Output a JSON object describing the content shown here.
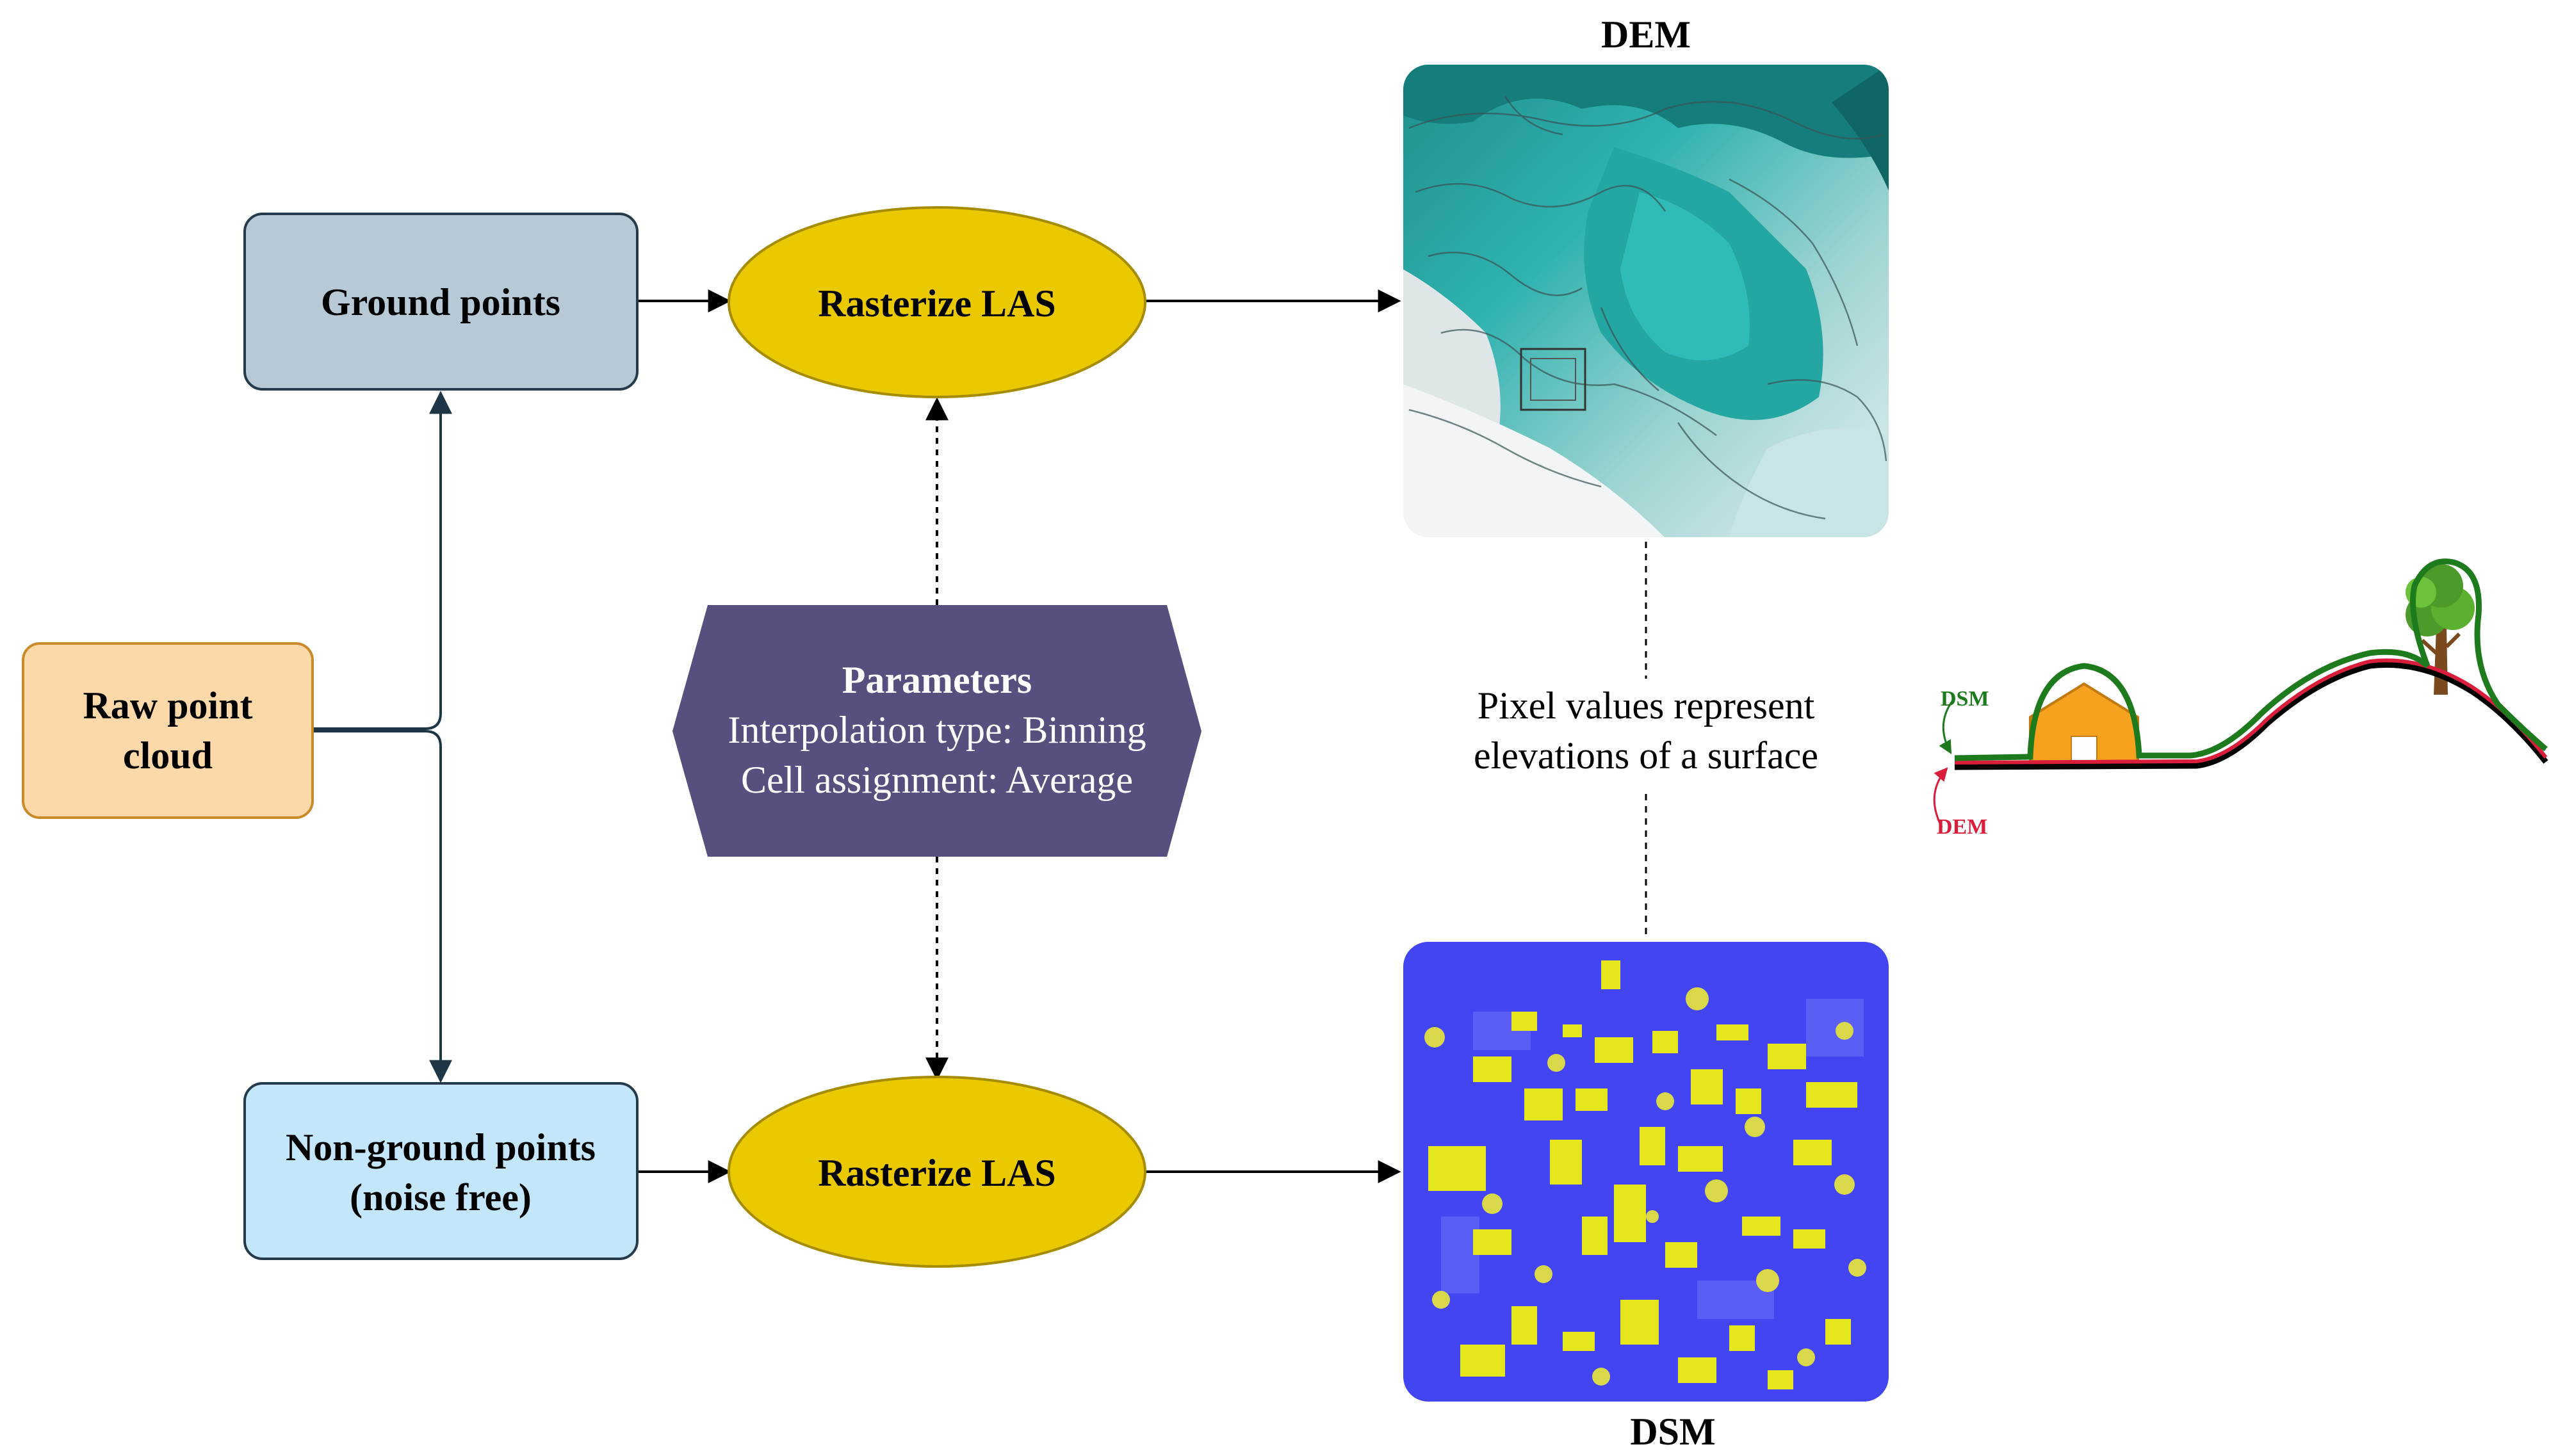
{
  "nodes": {
    "raw_point_cloud": [
      "Raw point",
      "cloud"
    ],
    "ground_points": "Ground points",
    "non_ground_points": [
      "Non-ground points",
      "(noise free)"
    ],
    "rasterize_top": "Rasterize LAS",
    "rasterize_bottom": "Rasterize LAS",
    "parameters": {
      "title": "Parameters",
      "line1": "Interpolation type: Binning",
      "line2": "Cell assignment: Average"
    }
  },
  "outputs": {
    "dem_title": "DEM",
    "dsm_title": "DSM"
  },
  "annotation": [
    "Pixel values represent",
    "elevations of a surface"
  ],
  "profile": {
    "dsm_label": "DSM",
    "dem_label": "DEM"
  },
  "colors": {
    "ground_fill": "#b8c9d6",
    "ground_stroke": "#253a4a",
    "nonground_fill": "#c4e6fa",
    "raw_fill": "#fdd8a8",
    "raw_stroke": "#c98a2a",
    "ellipse_fill": "#ebc900",
    "ellipse_stroke": "#a58c00",
    "parameters_fill": "#57507f",
    "dem_teal": "#2fb2b0",
    "dsm_blue": "#3a3ef0",
    "dsm_yellow": "#e6e61e",
    "dsm_line": "#1d7a1d",
    "dem_line": "#d81e3a"
  }
}
